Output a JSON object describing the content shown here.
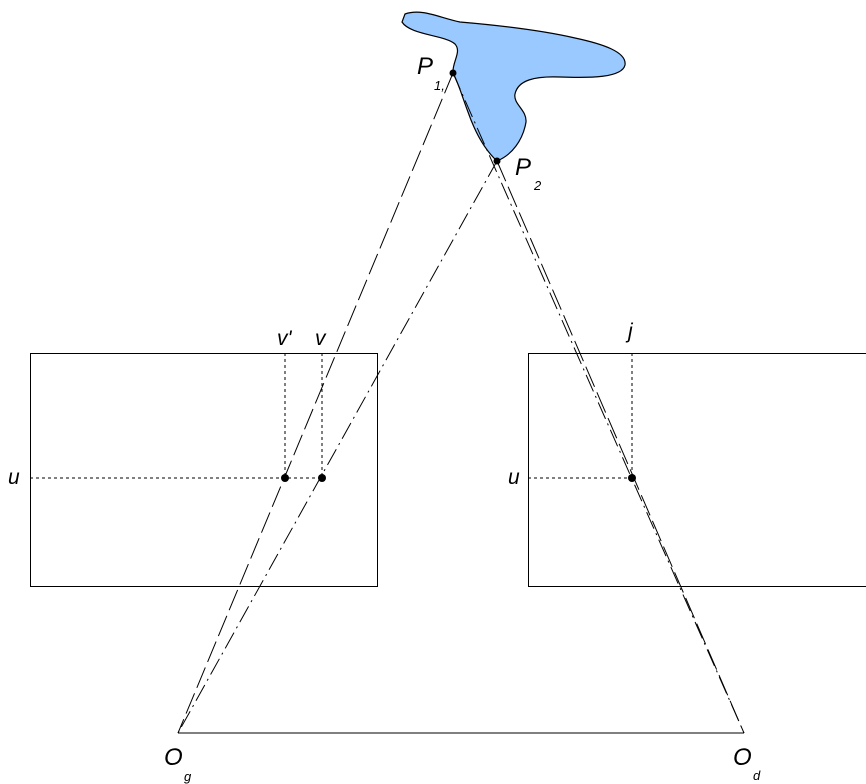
{
  "points": {
    "p1": {
      "main": "P",
      "sub": "1,"
    },
    "p2": {
      "main": "P",
      "sub": "2"
    }
  },
  "left_image": {
    "row_label": "u",
    "col_label_prime": "v'",
    "col_label": "v"
  },
  "right_image": {
    "row_label": "u",
    "col_label": "j"
  },
  "origins": {
    "left": {
      "main": "O",
      "sub": "g"
    },
    "right": {
      "main": "O",
      "sub": "d"
    }
  },
  "colors": {
    "object_fill": "#99c9ff",
    "stroke": "#000000"
  }
}
